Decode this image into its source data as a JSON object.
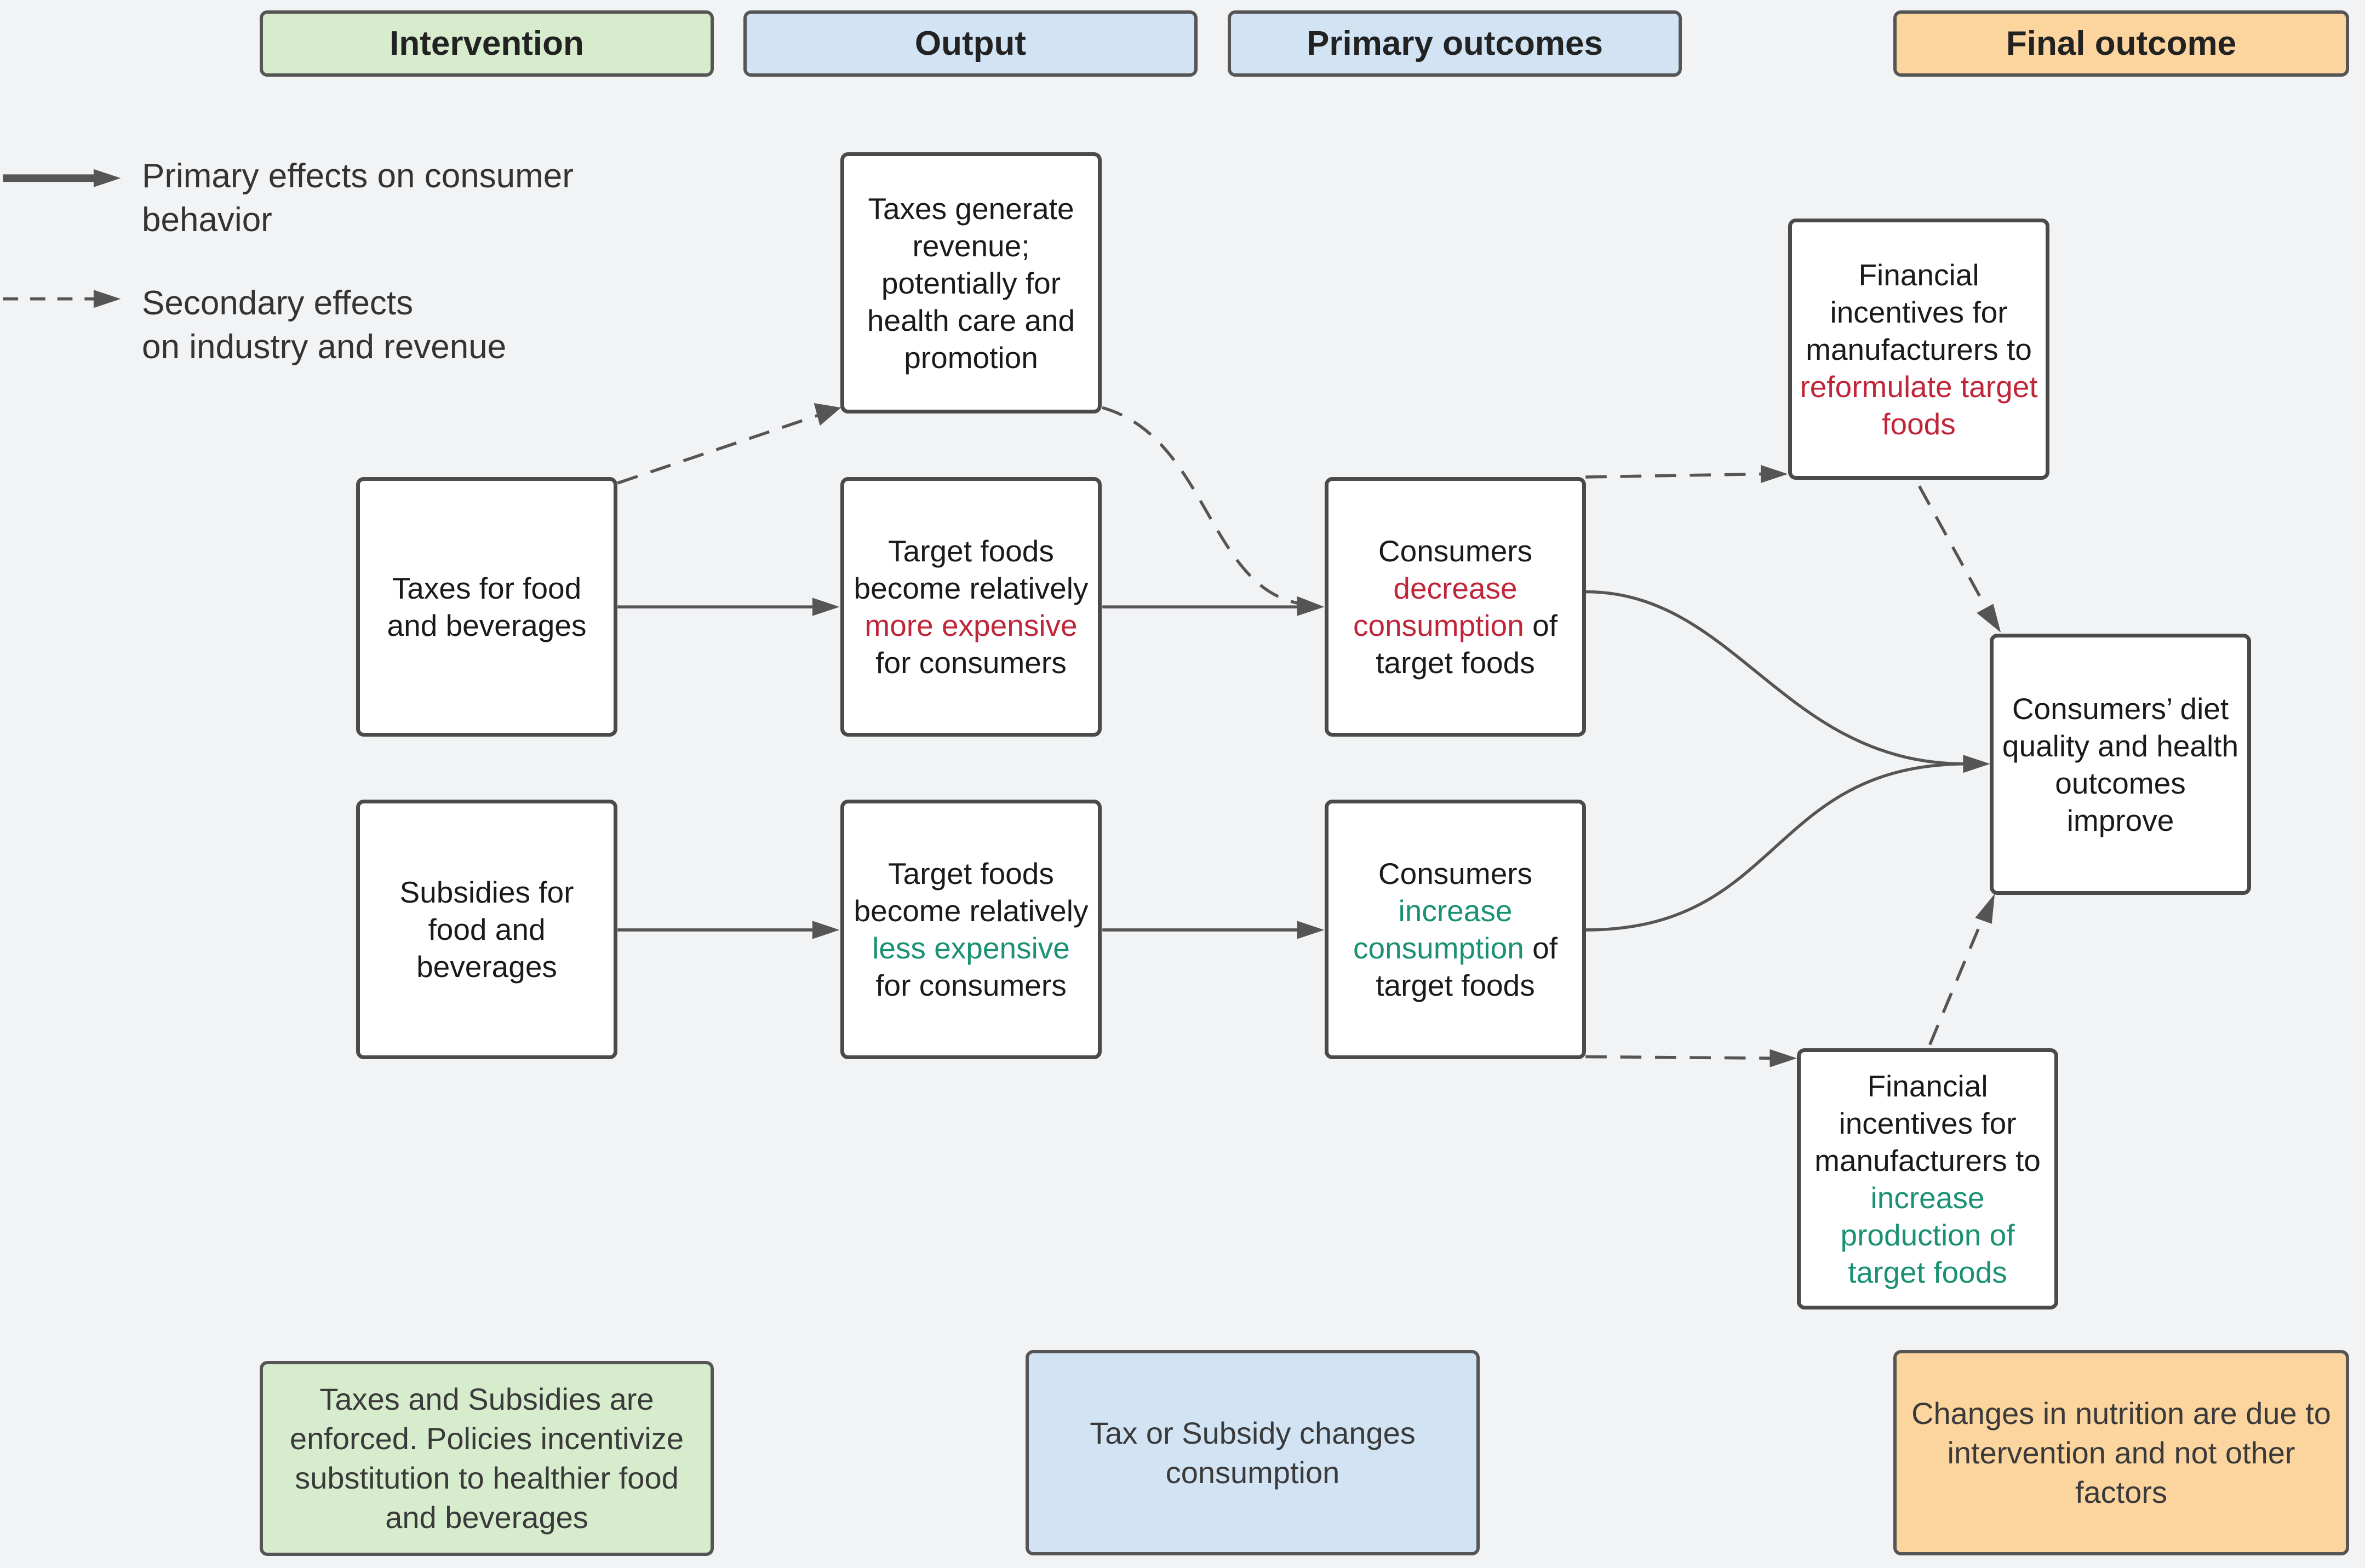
{
  "headers": {
    "intervention": "Intervention",
    "output": "Output",
    "primary_outcomes": "Primary outcomes",
    "final_outcome": "Final outcome"
  },
  "legend": {
    "primary_line1": "Primary effects on consumer",
    "primary_line2": "behavior",
    "secondary_line1": "Secondary effects",
    "secondary_line2": "on industry and revenue"
  },
  "boxes": {
    "taxes": "Taxes for food and beverages",
    "subsidies": "Subsidies for food and beverages",
    "revenue": "Taxes generate revenue; potentially for health care and promotion",
    "more_expensive": {
      "pre": "Target foods become relatively ",
      "highlight": "more expensive",
      "post": " for consumers"
    },
    "less_expensive": {
      "pre": "Target foods become relatively ",
      "highlight": "less expensive",
      "post": " for consumers"
    },
    "decrease": {
      "pre": "Consumers ",
      "highlight": "decrease consumption",
      "post": " of target foods"
    },
    "increase": {
      "pre": "Consumers ",
      "highlight": "increase consumption",
      "post": " of target foods"
    },
    "reformulate": {
      "pre": "Financial incentives for manufacturers to ",
      "highlight": "reformulate target foods"
    },
    "production": {
      "pre": "Financial incentives for manufacturers to ",
      "highlight": "increase production of target foods"
    },
    "diet": "Consumers’ diet quality and health outcomes improve"
  },
  "notes": {
    "intervention": "Taxes and Subsidies are enforced. Policies incentivize substitution to healthier food and beverages",
    "output": "Tax or Subsidy changes consumption",
    "final": "Changes in nutrition are due to intervention and not other factors"
  },
  "colors": {
    "negative_highlight": "#c0263a",
    "positive_highlight": "#1a9172",
    "intervention_fill": "#d7ebcd",
    "output_fill": "#d2e4f3",
    "final_fill": "#fbd49e"
  }
}
